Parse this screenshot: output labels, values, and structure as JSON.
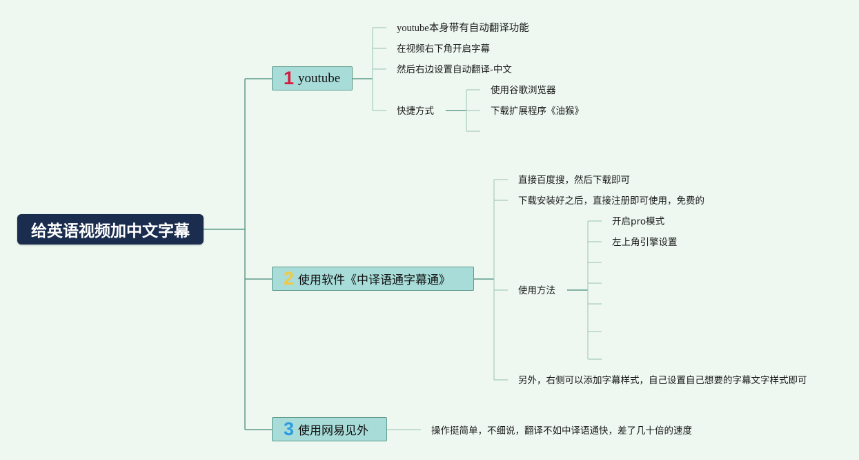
{
  "root": {
    "label": "给英语视频加中文字幕"
  },
  "branches": [
    {
      "number": "1",
      "label": "youtube",
      "children": [
        {
          "label": "youtube本身带有自动翻译功能"
        },
        {
          "label": "在视频右下角开启字幕"
        },
        {
          "label": "然后右边设置自动翻译-中文"
        },
        {
          "label": "快捷方式",
          "children": [
            {
              "label": "使用谷歌浏览器"
            },
            {
              "label": "下载扩展程序《油猴》"
            },
            {
              "label": ""
            }
          ]
        }
      ]
    },
    {
      "number": "2",
      "label": "使用软件《中译语通字幕通》",
      "children": [
        {
          "label": "直接百度搜，然后下载即可"
        },
        {
          "label": "下载安装好之后，直接注册即可使用，免费的"
        },
        {
          "label": "使用方法",
          "children": [
            {
              "label": "开启pro模式"
            },
            {
              "label": "左上角引擎设置"
            },
            {
              "label": ""
            },
            {
              "label": ""
            },
            {
              "label": ""
            },
            {
              "label": ""
            },
            {
              "label": ""
            }
          ]
        },
        {
          "label": "另外，右侧可以添加字幕样式，自己设置自己想要的字幕文字样式即可"
        }
      ]
    },
    {
      "number": "3",
      "label": "使用网易见外",
      "children": [
        {
          "label": "操作挺简单，不细说，翻译不如中译语通快，差了几十倍的速度"
        }
      ]
    }
  ],
  "colors": {
    "background": "#eef8f1",
    "root_fill": "#1b2d4f",
    "branch_fill": "#a8dcd9",
    "branch_border": "#5e9a8a",
    "connector": "#5e9a8a",
    "leaf_connector": "#a9cbbd",
    "number_1": "#d41d3c",
    "number_2": "#f2c844",
    "number_3": "#2b9be0"
  }
}
